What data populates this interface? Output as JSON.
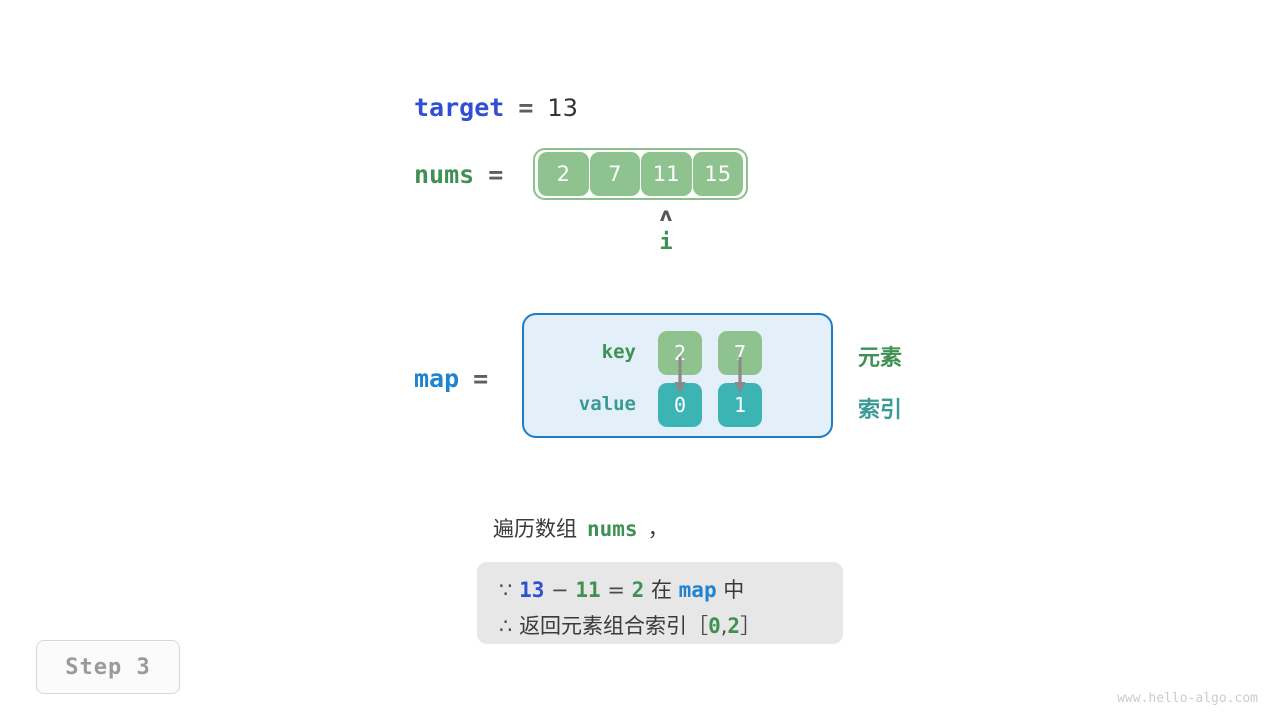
{
  "target": {
    "name": "target",
    "equals": "=",
    "value": "13"
  },
  "nums": {
    "name": "nums",
    "equals": "=",
    "cells": [
      "2",
      "7",
      "11",
      "15"
    ],
    "pointer": {
      "caret": "ʌ",
      "label": "i",
      "index": 2
    }
  },
  "map": {
    "name": "map",
    "equals": "=",
    "row_labels": {
      "key": "key",
      "value": "value"
    },
    "entries": [
      {
        "key": "2",
        "value": "0"
      },
      {
        "key": "7",
        "value": "1"
      }
    ],
    "side_labels": {
      "element": "元素",
      "index": "索引"
    }
  },
  "narration": {
    "prefix": "遍历数组",
    "var": "nums",
    "suffix": "，"
  },
  "formula": {
    "line1": {
      "because_symbol": "∵",
      "a": "13",
      "minus": "−",
      "b": "11",
      "eq": "=",
      "c": "2",
      "in_word": "在",
      "map_word": "map",
      "zhong_word": "中"
    },
    "line2": {
      "therefore_symbol": "∴",
      "text": "返回元素组合索引",
      "bracket_open": "［",
      "i1": "0",
      "comma": ",",
      "i2": "2",
      "bracket_close": "］"
    }
  },
  "step_badge": "Step 3",
  "watermark": "www.hello-algo.com",
  "colors": {
    "target_blue": "#2f4fd4",
    "map_blue": "#1f83d2",
    "green": "#3f9153",
    "teal": "#3a9a96",
    "cell_green": "#8ec28e",
    "cell_teal": "#3cb4b4",
    "map_bg": "#e3eff9",
    "map_border": "#1f7cc4",
    "formula_bg": "#e7e7e7",
    "arrow_gray": "#8a8a8a"
  }
}
